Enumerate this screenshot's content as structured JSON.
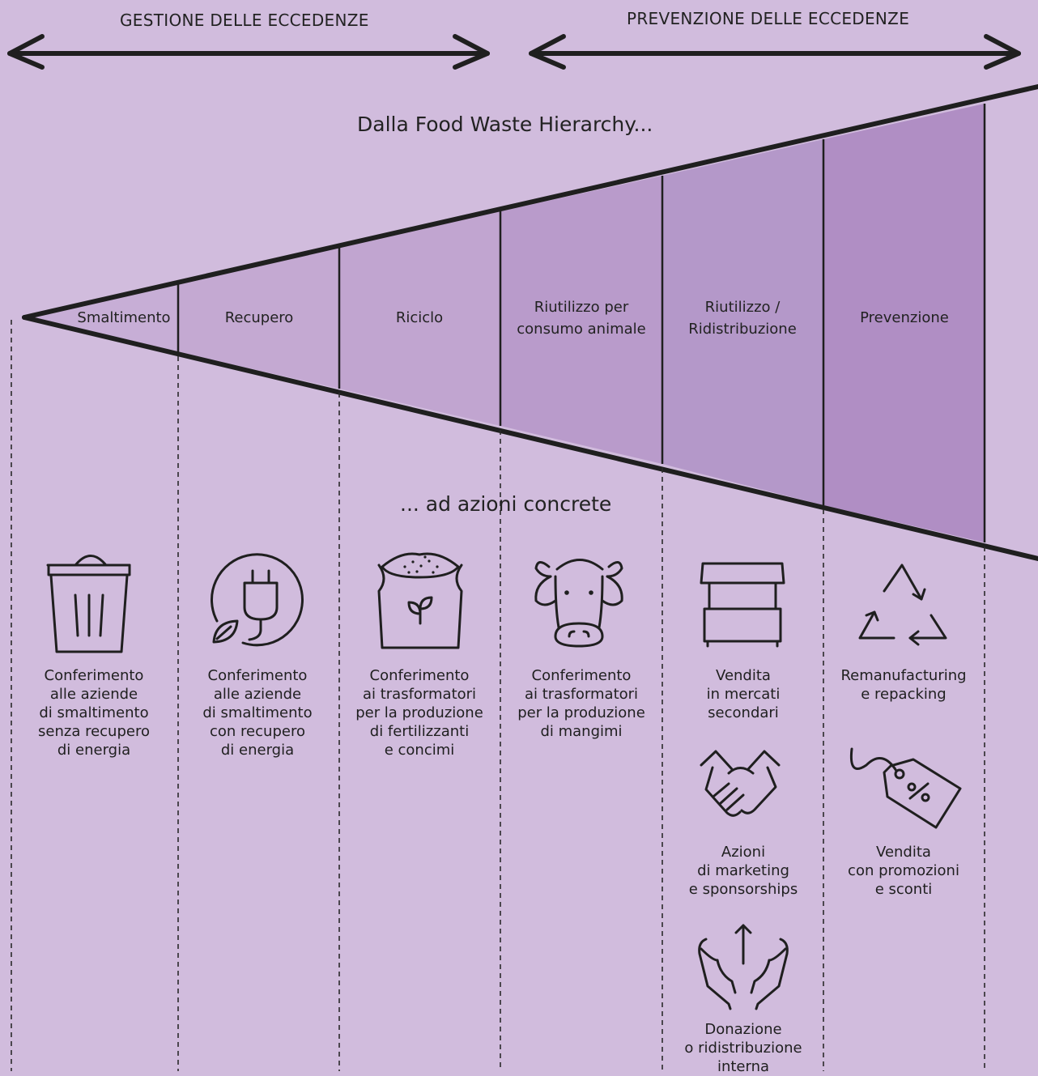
{
  "header": {
    "left": "GESTIONE DELLE ECCEDENZE",
    "right": "PREVENZIONE DELLE ECCEDENZE"
  },
  "title_top": "Dalla Food Waste Hierarchy...",
  "title_bottom": "... ad azioni concrete",
  "colors": {
    "background": "#d1bcdd",
    "wedge_light": "#c4a9d2",
    "wedge_mid": "#b99bcb",
    "wedge_dark": "#b08ec4",
    "ink": "#1f1f1f"
  },
  "stages": [
    {
      "label": "Smaltimento"
    },
    {
      "label": "Recupero"
    },
    {
      "label": "Riciclo"
    },
    {
      "label_1": "Riutilizzo per",
      "label_2": "consumo animale"
    },
    {
      "label_1": "Riutilizzo /",
      "label_2": "Ridistribuzione"
    },
    {
      "label": "Prevenzione"
    }
  ],
  "actions": [
    {
      "icon": "trash-bin-icon",
      "lines": [
        "Conferimento",
        "alle aziende",
        "di smaltimento",
        "senza recupero",
        "di energia"
      ]
    },
    {
      "icon": "plug-leaf-icon",
      "lines": [
        "Conferimento",
        "alle aziende",
        "di smaltimento",
        "con recupero",
        "di energia"
      ]
    },
    {
      "icon": "fertilizer-sack-icon",
      "lines": [
        "Conferimento",
        "ai trasformatori",
        "per la produzione",
        "di fertilizzanti",
        "e concimi"
      ]
    },
    {
      "icon": "cow-icon",
      "lines": [
        "Conferimento",
        "ai trasformatori",
        "per la produzione",
        "di mangimi"
      ]
    },
    {
      "icon": "market-stall-icon",
      "lines": [
        "Vendita",
        "in mercati",
        "secondari"
      ]
    },
    {
      "icon": "handshake-icon",
      "lines": [
        "Azioni",
        "di marketing",
        "e sponsorships"
      ]
    },
    {
      "icon": "donation-hands-icon",
      "lines": [
        "Donazione",
        "o ridistribuzione",
        "interna"
      ]
    },
    {
      "icon": "recycle-triangle-icon",
      "lines": [
        "Remanufacturing",
        "e repacking"
      ]
    },
    {
      "icon": "price-tag-icon",
      "lines": [
        "Vendita",
        "con promozioni",
        "e sconti"
      ]
    }
  ]
}
